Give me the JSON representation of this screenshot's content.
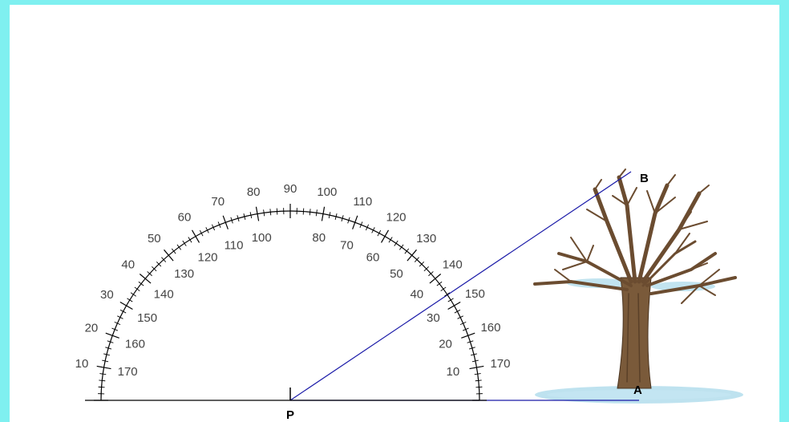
{
  "protractor": {
    "outer_labels": [
      "10",
      "20",
      "30",
      "40",
      "50",
      "60",
      "70",
      "80",
      "90",
      "100",
      "110",
      "120",
      "130",
      "140"
    ],
    "inner_labels": [
      "170",
      "160",
      "150",
      "140",
      "130",
      "120",
      "110",
      "100",
      "80",
      "70",
      "60",
      "50",
      "40",
      "30",
      "20",
      "10"
    ],
    "right_outer_labels": [
      "150",
      "160",
      "170"
    ]
  },
  "points": {
    "p": "P",
    "a": "A",
    "b": "B"
  },
  "colors": {
    "background": "#7ff0f0",
    "line": "#1a1aa8",
    "tree_trunk": "#7a5a3a",
    "snow": "#a8d8ea"
  }
}
